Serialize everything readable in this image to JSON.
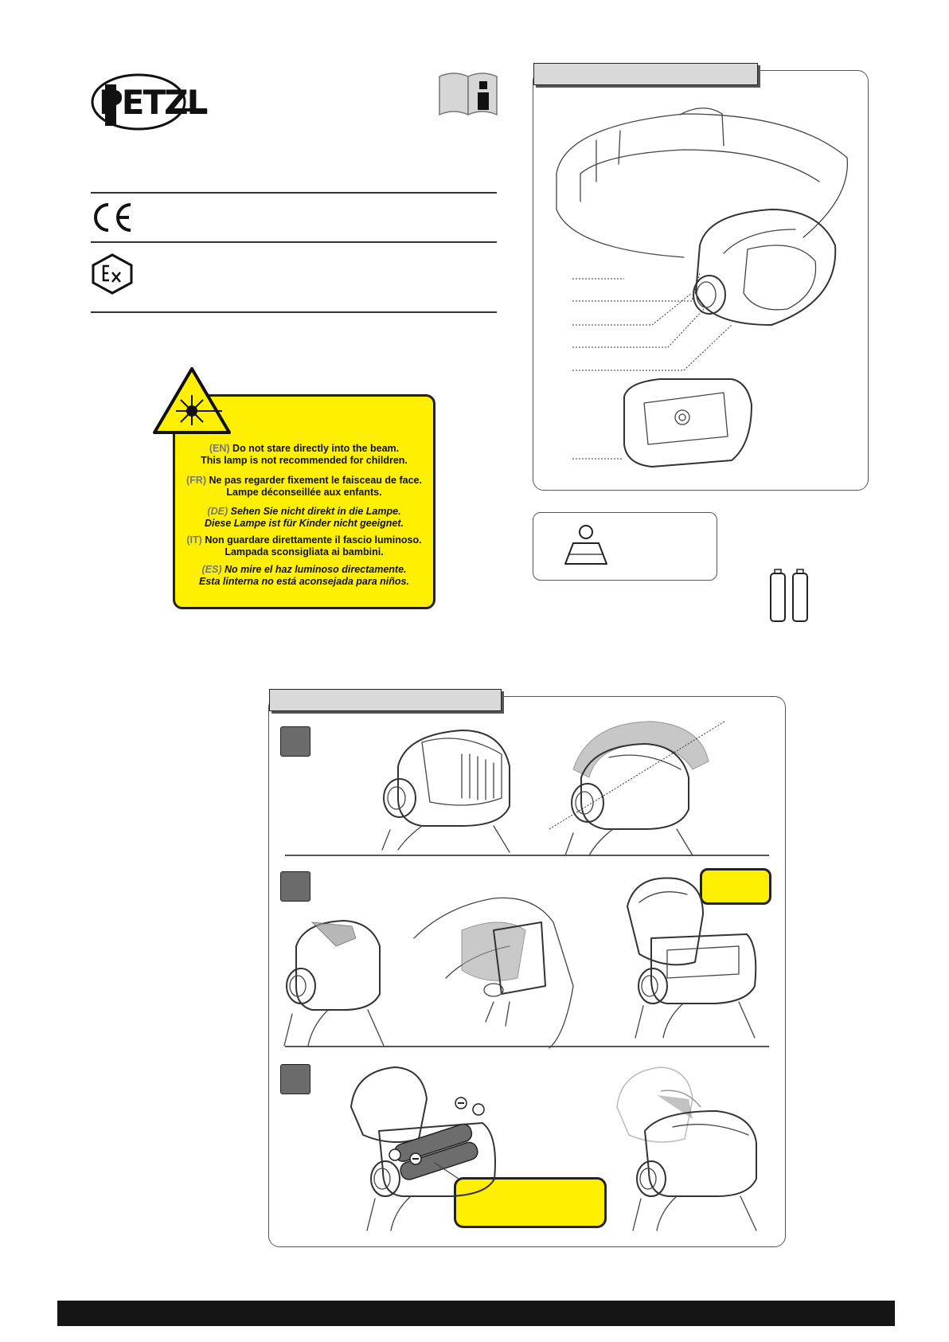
{
  "brand": {
    "logo_text": "PETZL"
  },
  "icons": {
    "manual": "book-info-icon",
    "ce": "ce-mark-icon",
    "atex": "ex-hexagon-icon",
    "laser": "laser-warning-icon",
    "weight": "weight-icon",
    "batteries": "aa-batteries-icon"
  },
  "warning": {
    "en": {
      "lang": "(EN)",
      "line1": "Do not stare directly into the beam.",
      "line2": "This lamp is not recommended for children."
    },
    "fr": {
      "lang": "(FR)",
      "line1": "Ne pas regarder fixement le faisceau de face.",
      "line2": "Lampe déconseillée aux enfants."
    },
    "de": {
      "lang": "(DE)",
      "line1": "Sehen Sie nicht direkt in die Lampe.",
      "line2": "Diese Lampe ist für Kinder nicht geeignet."
    },
    "it": {
      "lang": "(IT)",
      "line1": "Non guardare direttamente il fascio luminoso.",
      "line2": "Lampada sconsigliata ai bambini."
    },
    "es": {
      "lang": "(ES)",
      "line1": "No mire el haz luminoso directamente.",
      "line2": "Esta linterna no está aconsejada para niños."
    }
  },
  "colors": {
    "warning_yellow": "#ffef00",
    "tab_gray": "#d9d9d9",
    "step_gray": "#6b6b6b",
    "footer": "#151515"
  }
}
